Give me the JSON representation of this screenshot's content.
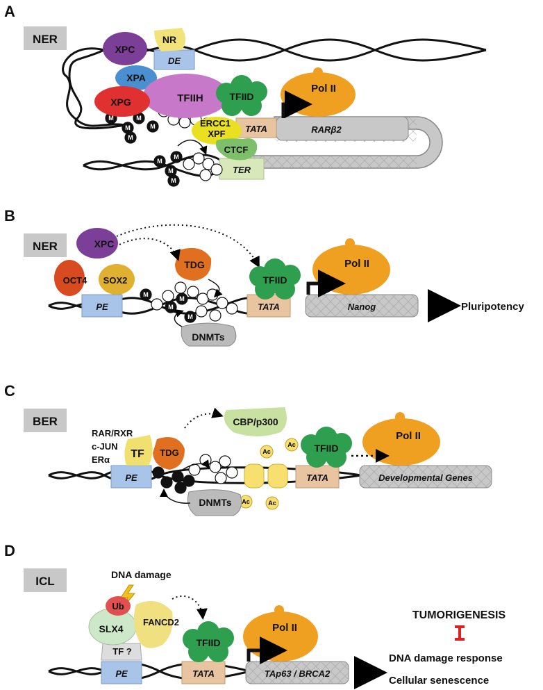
{
  "panels": {
    "a": {
      "letter": "A",
      "tag": "NER",
      "proteins": {
        "xpc": "XPC",
        "nr": "NR",
        "xpa": "XPA",
        "tfiih": "TFIIH",
        "xpg": "XPG",
        "tfiid": "TFIID",
        "pol2": "Pol II",
        "ercc1": "ERCC1",
        "xpf": "XPF",
        "ctcf": "CTCF"
      },
      "elements": {
        "de": "DE",
        "tata": "TATA",
        "ter": "TER",
        "gene": "RARβ2"
      },
      "methyl": "M"
    },
    "b": {
      "letter": "B",
      "tag": "NER",
      "proteins": {
        "xpc": "XPC",
        "oct4": "OCT4",
        "sox2": "SOX2",
        "tdg": "TDG",
        "tfiid": "TFIID",
        "pol2": "Pol II",
        "dnmts": "DNMTs"
      },
      "elements": {
        "pe": "PE",
        "tata": "TATA",
        "gene": "Nanog"
      },
      "outcome": "Pluripotency"
    },
    "c": {
      "letter": "C",
      "tag": "BER",
      "tf_list": {
        "l1": "RAR/RXR",
        "l2": "c-JUN",
        "l3": "ERα"
      },
      "proteins": {
        "tf": "TF",
        "tdg": "TDG",
        "cbp": "CBP/p300",
        "tfiid": "TFIID",
        "pol2": "Pol II",
        "dnmts": "DNMTs"
      },
      "acetyl": "Ac",
      "elements": {
        "pe": "PE",
        "tata": "TATA",
        "gene": "Developmental Genes"
      }
    },
    "d": {
      "letter": "D",
      "tag": "ICL",
      "damage": "DNA damage",
      "proteins": {
        "ub": "Ub",
        "fancd2": "FANCD2",
        "slx4": "SLX4",
        "tf": "TF ?",
        "tfiid": "TFIID",
        "pol2": "Pol II"
      },
      "elements": {
        "pe": "PE",
        "tata": "TATA",
        "gene": "TAp63 / BRCA2"
      },
      "outcomes": {
        "tumor": "TUMORIGENESIS",
        "ddr": "DNA damage response",
        "sen": "Cellular senescence"
      }
    }
  },
  "colors": {
    "xpc": "#7B3F98",
    "nr": "#F2E27A",
    "xpa": "#4A8FD0",
    "tfiih": "#C878C8",
    "xpg": "#E03030",
    "tfiid": "#2E9E4F",
    "pol2": "#F0A020",
    "ercc1": "#E8E020",
    "ctcf": "#7DBF6A",
    "tdg": "#E07020",
    "oct4": "#D84A20",
    "sox2": "#E0B030",
    "cbp": "#C8E0A0",
    "ac": "#F8E070",
    "tf": "#F0E070",
    "dnmts": "#BBBBBB",
    "slx4": "#CDE8C8",
    "ub": "#E05050",
    "fancd2": "#F0E080",
    "pe": "#A8C4E8",
    "tata": "#E8C4A0",
    "ter": "#D8E8B8",
    "gene": "#C8C8C8"
  }
}
